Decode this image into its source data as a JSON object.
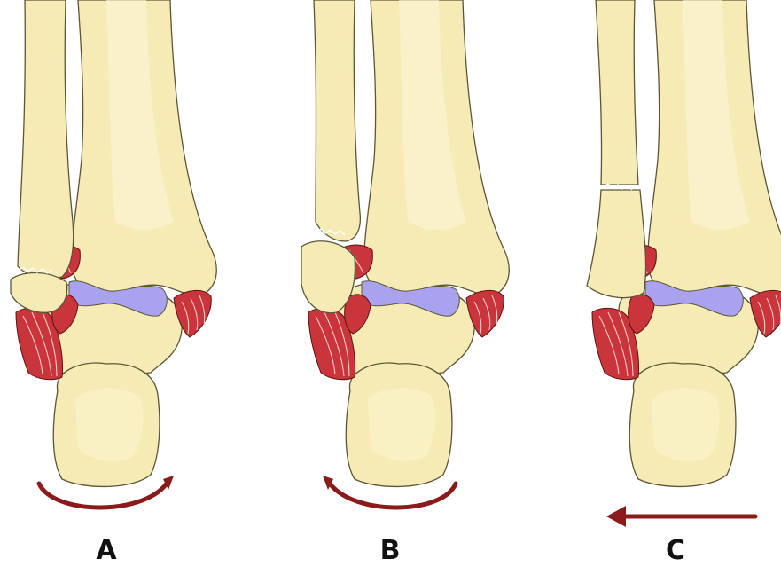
{
  "panels": [
    {
      "id": "a",
      "label": "A",
      "arrow": "counterclockwise-curve"
    },
    {
      "id": "b",
      "label": "B",
      "arrow": "clockwise-curve"
    },
    {
      "id": "c",
      "label": "C",
      "arrow": "straight-left"
    }
  ],
  "colors": {
    "bone": "#f6ebb4",
    "cartilage": "#a9a3ef",
    "ligament": "#c9353b",
    "arrow": "#8b1a1a",
    "outline": "#5b5637"
  }
}
